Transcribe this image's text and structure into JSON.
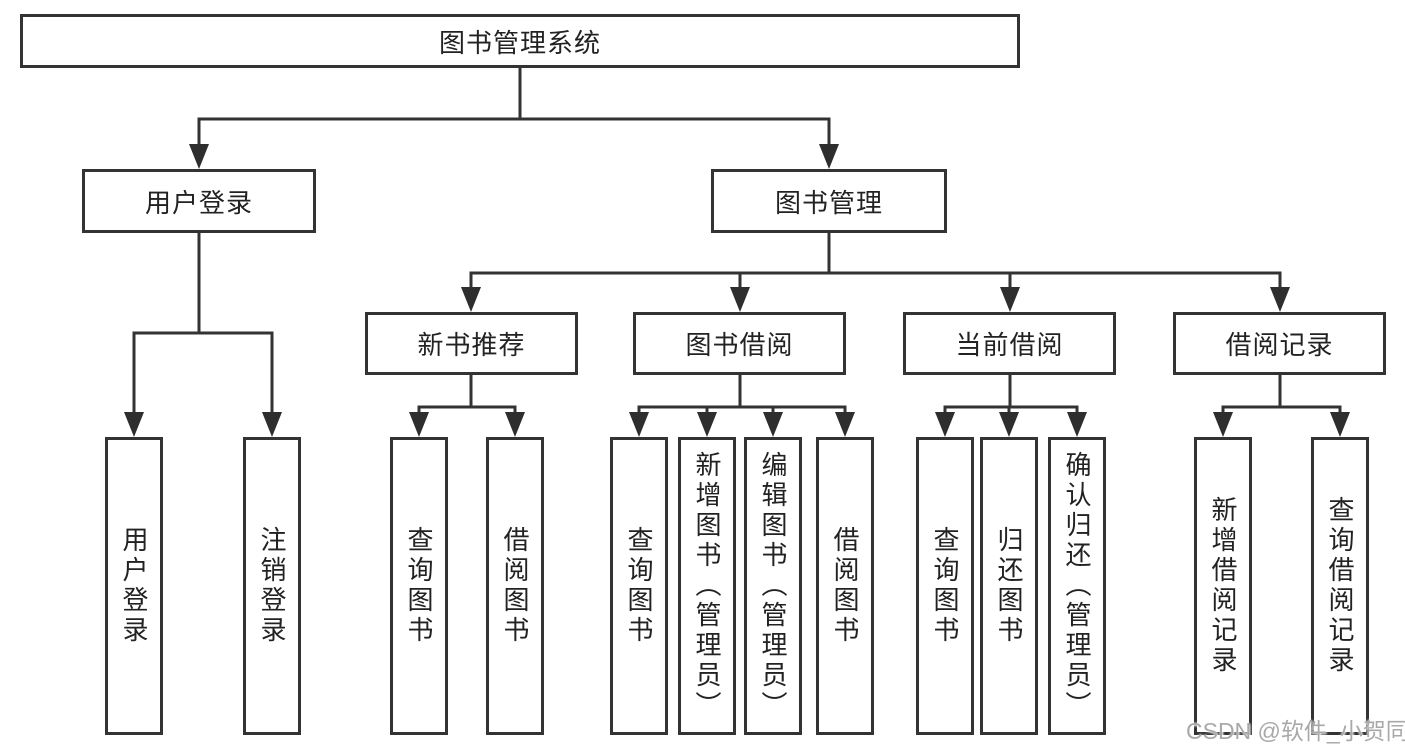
{
  "diagram": {
    "root": {
      "label": "图书管理系统"
    },
    "level2": [
      {
        "label": "用户登录",
        "parent": "图书管理系统"
      },
      {
        "label": "图书管理",
        "parent": "图书管理系统"
      }
    ],
    "level3": [
      {
        "label": "新书推荐",
        "parent": "图书管理"
      },
      {
        "label": "图书借阅",
        "parent": "图书管理"
      },
      {
        "label": "当前借阅",
        "parent": "图书管理"
      },
      {
        "label": "借阅记录",
        "parent": "图书管理"
      }
    ],
    "leaves": [
      {
        "label": "用户登录",
        "parent": "用户登录"
      },
      {
        "label": "注销登录",
        "parent": "用户登录"
      },
      {
        "label": "查询图书",
        "parent": "新书推荐"
      },
      {
        "label": "借阅图书",
        "parent": "新书推荐"
      },
      {
        "label": "查询图书",
        "parent": "图书借阅"
      },
      {
        "label": "新增图书（管理员）",
        "parent": "图书借阅"
      },
      {
        "label": "编辑图书（管理员）",
        "parent": "图书借阅"
      },
      {
        "label": "借阅图书",
        "parent": "图书借阅"
      },
      {
        "label": "查询图书",
        "parent": "当前借阅"
      },
      {
        "label": "归还图书",
        "parent": "当前借阅"
      },
      {
        "label": "确认归还（管理员）",
        "parent": "当前借阅"
      },
      {
        "label": "新增借阅记录",
        "parent": "借阅记录"
      },
      {
        "label": "查询借阅记录",
        "parent": "借阅记录"
      }
    ]
  },
  "watermark": {
    "text": "CSDN @软件_小贺同学"
  },
  "colors": {
    "line": "#333333",
    "arrow": "#2e2e2e",
    "box_border": "#333333",
    "box_fill": "#ffffff",
    "text": "#222222",
    "watermark": "#a9a9a9"
  }
}
